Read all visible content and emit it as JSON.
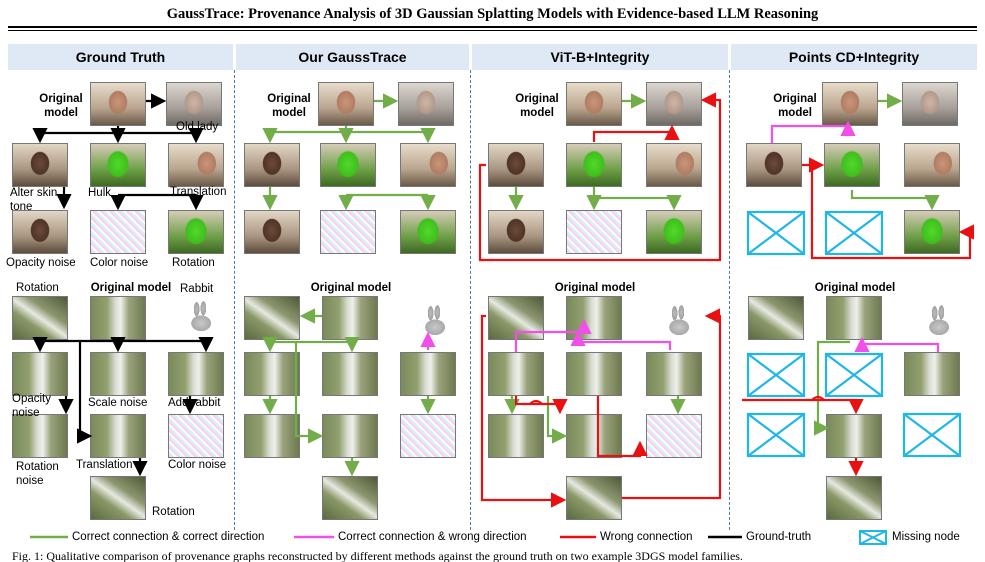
{
  "paper_title": "GaussTrace: Provenance Analysis of 3D Gaussian Splatting Models with Evidence-based LLM Reasoning",
  "columns": [
    {
      "heading": "Ground Truth"
    },
    {
      "heading": "Our GaussTrace"
    },
    {
      "heading": "ViT-B+Integrity"
    },
    {
      "heading": "Points CD+Integrity"
    }
  ],
  "labels": {
    "original_model": "Original model",
    "original_line1": "Original",
    "original_line2": "model",
    "old_lady": "Old lady",
    "alter_skin_tone_1": "Alter skin",
    "alter_skin_tone_2": "tone",
    "hulk": "Hulk",
    "translation": "Translation",
    "opacity_noise": "Opacity noise",
    "color_noise": "Color noise",
    "rotation": "Rotation",
    "rabbit": "Rabbit",
    "opacity_1": "Opacity",
    "noise": "noise",
    "scale_noise": "Scale noise",
    "add_rabbit": "Add rabbit",
    "rotation_noise_1": "Rotation",
    "rotation_noise_2": "noise"
  },
  "legend": {
    "correct_correct": "Correct connection & correct direction",
    "correct_wrong": "Correct connection & wrong direction",
    "wrong": "Wrong connection",
    "ground_truth": "Ground-truth",
    "missing": "Missing node"
  },
  "colors": {
    "green": "#72ad4a",
    "magenta": "#f04fe8",
    "red": "#e81010",
    "black": "#000000",
    "missing": "#1fb6e8",
    "header_bg": "#dfe9f6"
  },
  "caption": "Fig. 1: Qualitative comparison of provenance graphs reconstructed by different methods against the ground truth on two example 3DGS model families."
}
